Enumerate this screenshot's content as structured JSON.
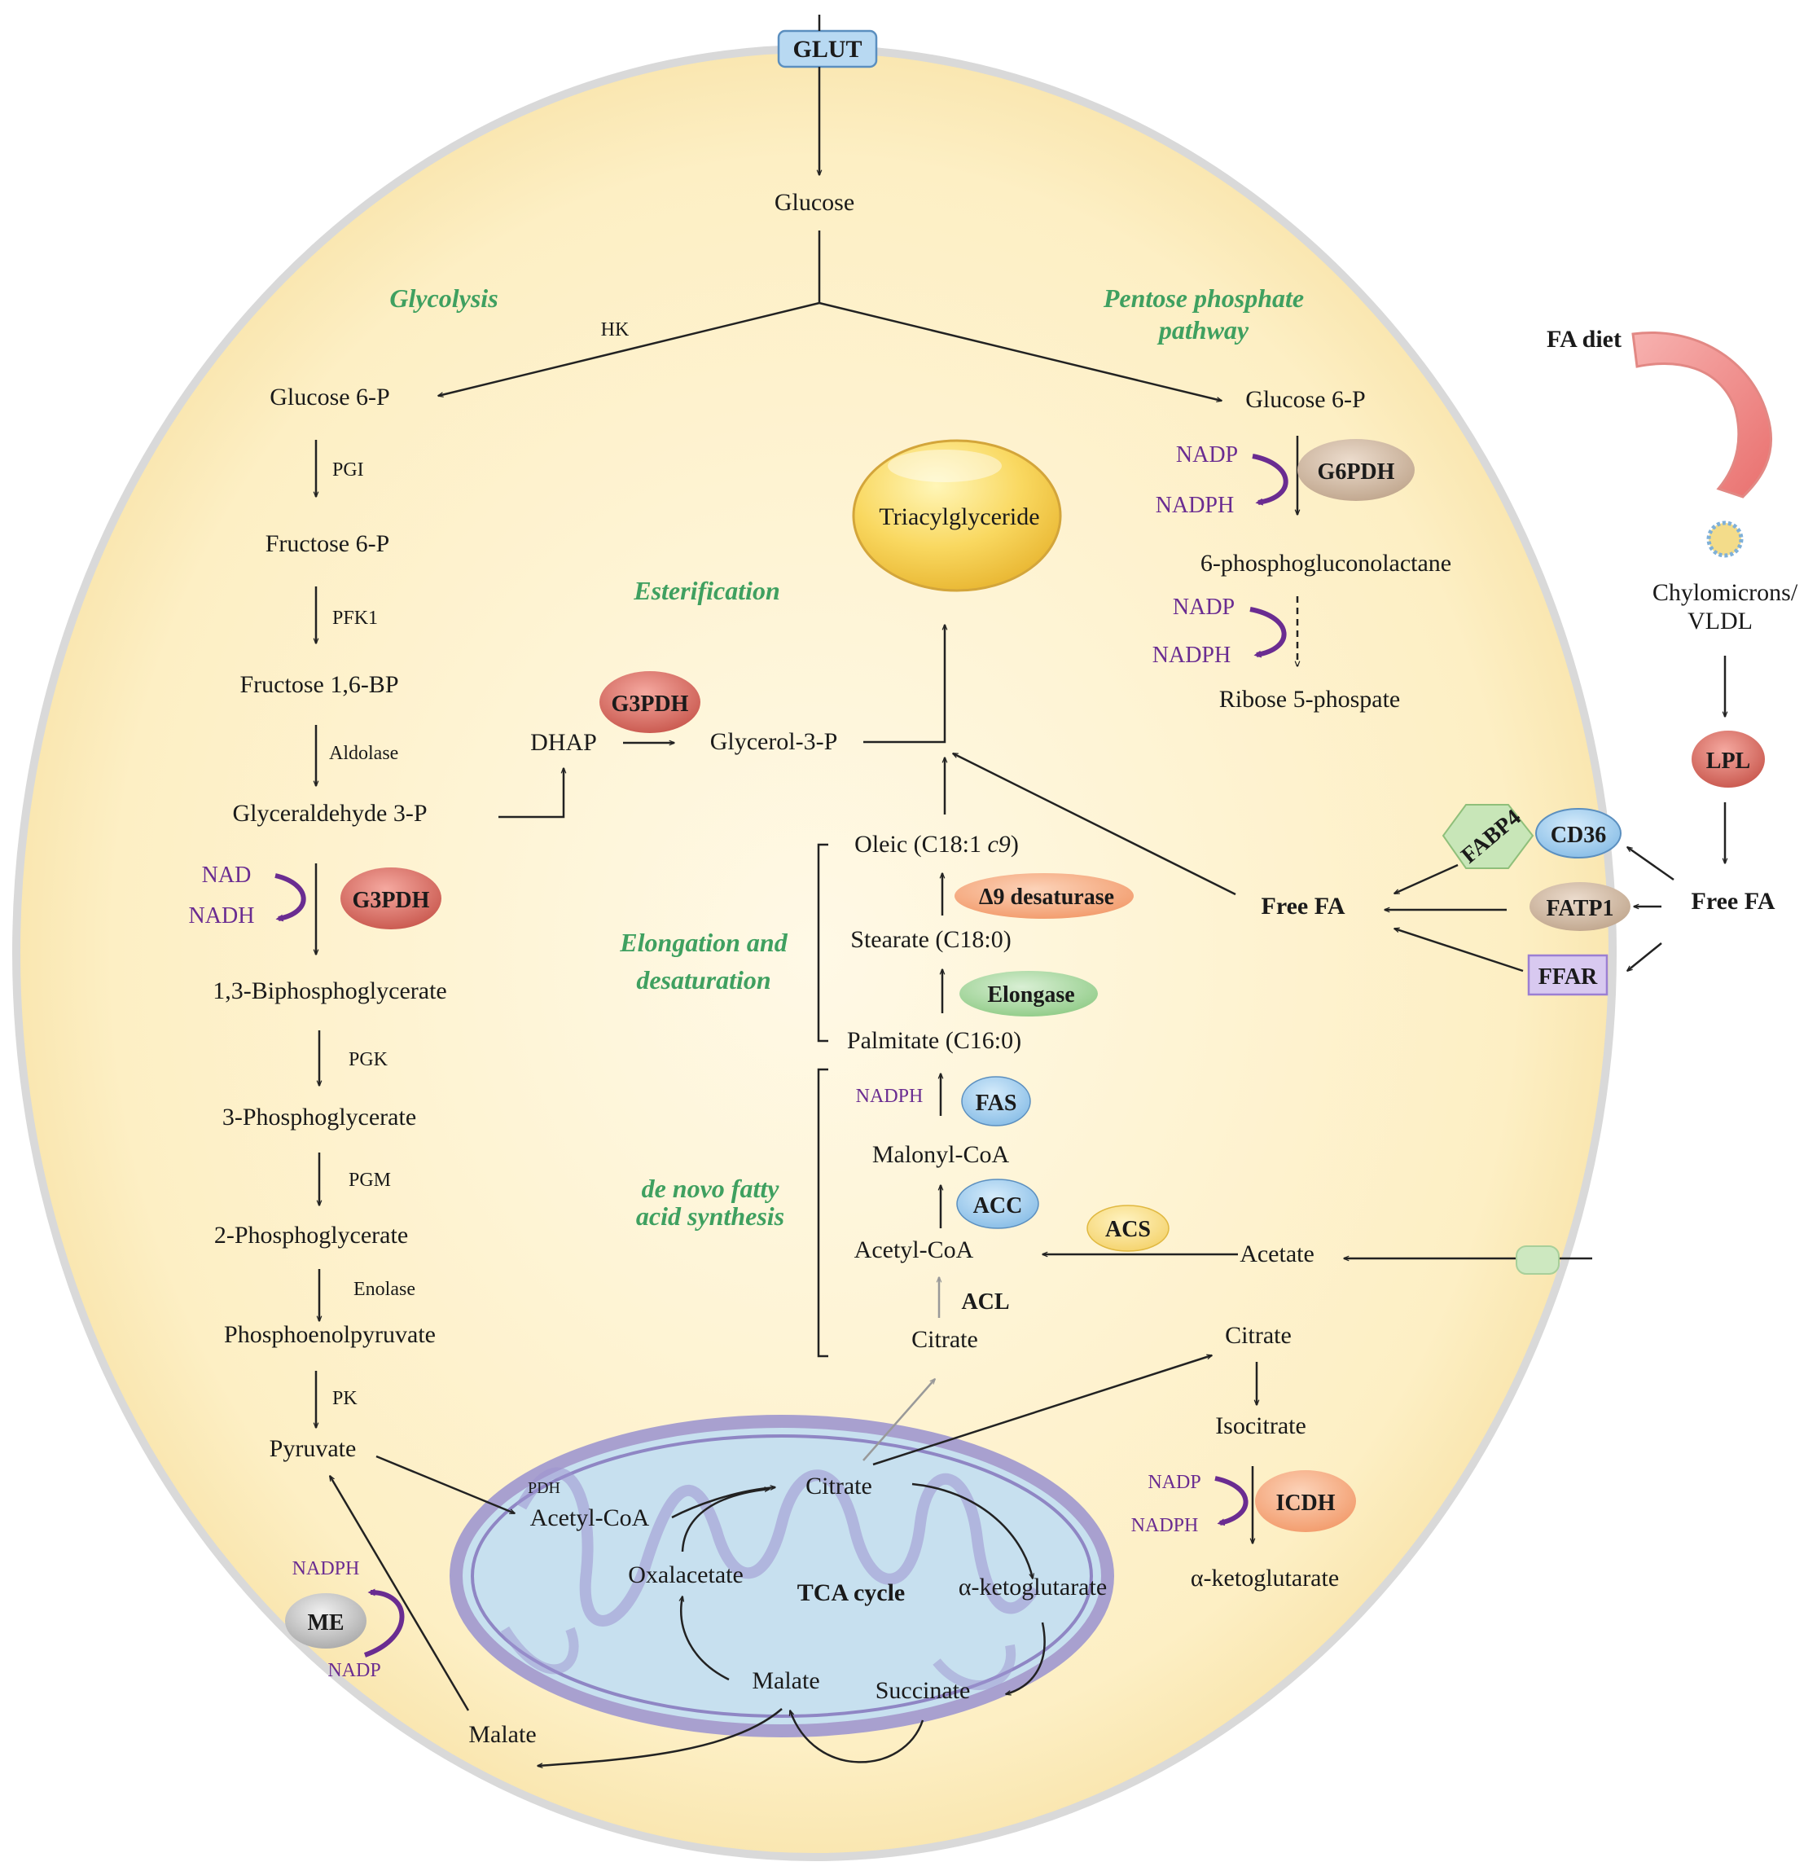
{
  "colors": {
    "cell_fill": "#fdf3cf",
    "pathway_green": "#3fa060",
    "cofactor_purple": "#6a2c91",
    "mito_fill": "#c7e0ef"
  },
  "membrane": {
    "transporter_label": "GLUT"
  },
  "pathways": {
    "glycolysis": "Glycolysis",
    "ppp_line1": "Pentose phosphate",
    "ppp_line2": "pathway",
    "esterification": "Esterification",
    "elong_line1": "Elongation and",
    "elong_line2": "desaturation",
    "denovo_line1": "de novo fatty",
    "denovo_line2": "acid synthesis"
  },
  "glycolysis": {
    "glucose": "Glucose",
    "hk": "HK",
    "g6p": "Glucose 6-P",
    "pgi": "PGI",
    "f6p": "Fructose 6-P",
    "pfk1": "PFK1",
    "f16bp": "Fructose 1,6-BP",
    "aldolase": "Aldolase",
    "ga3p": "Glyceraldehyde 3-P",
    "nad": "NAD",
    "nadh": "NADH",
    "g3pdh": "G3PDH",
    "bpg13": "1,3-Biphosphoglycerate",
    "pgk": "PGK",
    "pg3": "3-Phosphoglycerate",
    "pgm": "PGM",
    "pg2": "2-Phosphoglycerate",
    "enolase": "Enolase",
    "pep": "Phosphoenolpyruvate",
    "pk": "PK",
    "pyruvate": "Pyruvate",
    "malate": "Malate",
    "me": "ME",
    "nadph": "NADPH",
    "nadp": "NADP"
  },
  "ppp": {
    "g6p": "Glucose 6-P",
    "nadp1": "NADP",
    "nadph1": "NADPH",
    "g6pdh": "G6PDH",
    "pgl": "6-phosphogluconolactane",
    "nadp2": "NADP",
    "nadph2": "NADPH",
    "r5p": "Ribose 5-phospate"
  },
  "lipid": {
    "tag": "Triacylglyceride",
    "dhap": "DHAP",
    "g3pdh": "G3PDH",
    "g3p": "Glycerol-3-P",
    "oleic_pre": "Oleic (C18:1 ",
    "oleic_c9": "c9",
    "oleic_post": ")",
    "d9": "Δ9 desaturase",
    "stearate": "Stearate (C18:0)",
    "elongase": "Elongase",
    "palmitate": "Palmitate (C16:0)",
    "nadph": "NADPH",
    "fas": "FAS",
    "malonyl": "Malonyl-CoA",
    "acc": "ACC",
    "acetylcoa": "Acetyl-CoA",
    "acs": "ACS",
    "acetate": "Acetate",
    "acl": "ACL",
    "citrate": "Citrate"
  },
  "uptake": {
    "fa_diet": "FA diet",
    "chylo1": "Chylomicrons/",
    "chylo2": "VLDL",
    "lpl": "LPL",
    "free_fa_out": "Free FA",
    "free_fa_in": "Free FA",
    "fabp4": "FABP4",
    "cd36": "CD36",
    "fatp1": "FATP1",
    "ffar": "FFAR"
  },
  "cytosol_right": {
    "citrate": "Citrate",
    "isocitrate": "Isocitrate",
    "nadp": "NADP",
    "nadph": "NADPH",
    "icdh": "ICDH",
    "akg": "α-ketoglutarate"
  },
  "mito": {
    "pdh": "PDH",
    "acetylcoa": "Acetyl-CoA",
    "citrate": "Citrate",
    "oxalacetate": "Oxalacetate",
    "tca": "TCA cycle",
    "akg": "α-ketoglutarate",
    "malate": "Malate",
    "succinate": "Succinate"
  }
}
